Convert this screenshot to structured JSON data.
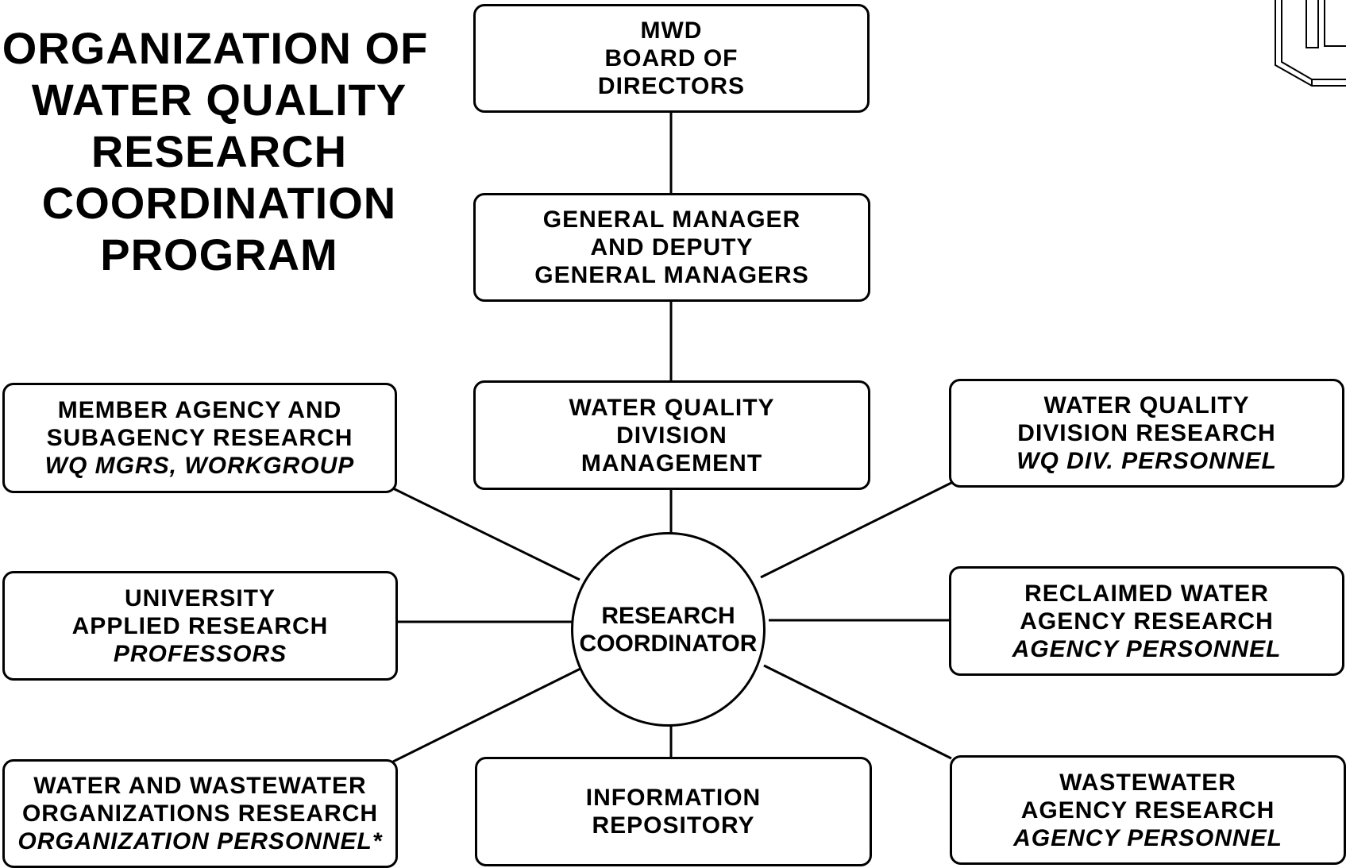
{
  "title": {
    "line1": "ORGANIZATION  OF",
    "line2": "WATER  QUALITY",
    "line3": "RESEARCH",
    "line4": "COORDINATION",
    "line5": "PROGRAM"
  },
  "boxes": {
    "board": {
      "l1": "MWD",
      "l2": "BOARD  OF",
      "l3": "DIRECTORS"
    },
    "general_manager": {
      "l1": "GENERAL  MANAGER",
      "l2": "AND  DEPUTY",
      "l3": "GENERAL  MANAGERS"
    },
    "wq_division_mgmt": {
      "l1": "WATER  QUALITY",
      "l2": "DIVISION",
      "l3": "MANAGEMENT"
    },
    "member_agency": {
      "l1": "MEMBER  AGENCY  AND",
      "l2": "SUBAGENCY  RESEARCH",
      "l3": "WQ  MGRS,  WORKGROUP"
    },
    "wq_division_research": {
      "l1": "WATER  QUALITY",
      "l2": "DIVISION RESEARCH",
      "l3": "WQ  DIV.  PERSONNEL"
    },
    "university": {
      "l1": "UNIVERSITY",
      "l2": "APPLIED  RESEARCH",
      "l3": "PROFESSORS"
    },
    "reclaimed_water": {
      "l1": "RECLAIMED  WATER",
      "l2": "AGENCY  RESEARCH",
      "l3": "AGENCY  PERSONNEL"
    },
    "water_wastewater_orgs": {
      "l1": "WATER  AND  WASTEWATER",
      "l2": "ORGANIZATIONS  RESEARCH",
      "l3": "ORGANIZATION  PERSONNEL*"
    },
    "information_repository": {
      "l1": "INFORMATION",
      "l2": "REPOSITORY"
    },
    "wastewater_agency": {
      "l1": "WASTEWATER",
      "l2": "AGENCY  RESEARCH",
      "l3": "AGENCY  PERSONNEL"
    }
  },
  "hub": {
    "l1": "RESEARCH",
    "l2": "COORDINATOR"
  }
}
